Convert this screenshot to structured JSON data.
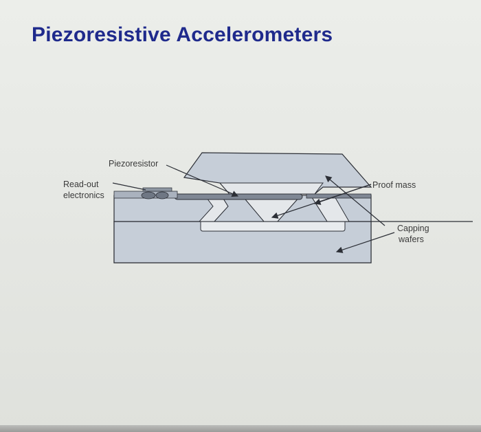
{
  "slide": {
    "title": "Piezoresistive Accelerometers"
  },
  "diagram": {
    "labels": {
      "piezoresistor": "Piezoresistor",
      "readout_line1": "Read-out",
      "readout_line2": "electronics",
      "proof_mass": "Proof mass",
      "capping_line1": "Capping",
      "capping_line2": "wafers"
    },
    "colors": {
      "title": "#1f2a8c",
      "wafer_fill": "#c6ced8",
      "wafer_stroke": "#2c2f36",
      "resistor_fill": "#7f8794",
      "background": "#e6e8e4"
    }
  }
}
